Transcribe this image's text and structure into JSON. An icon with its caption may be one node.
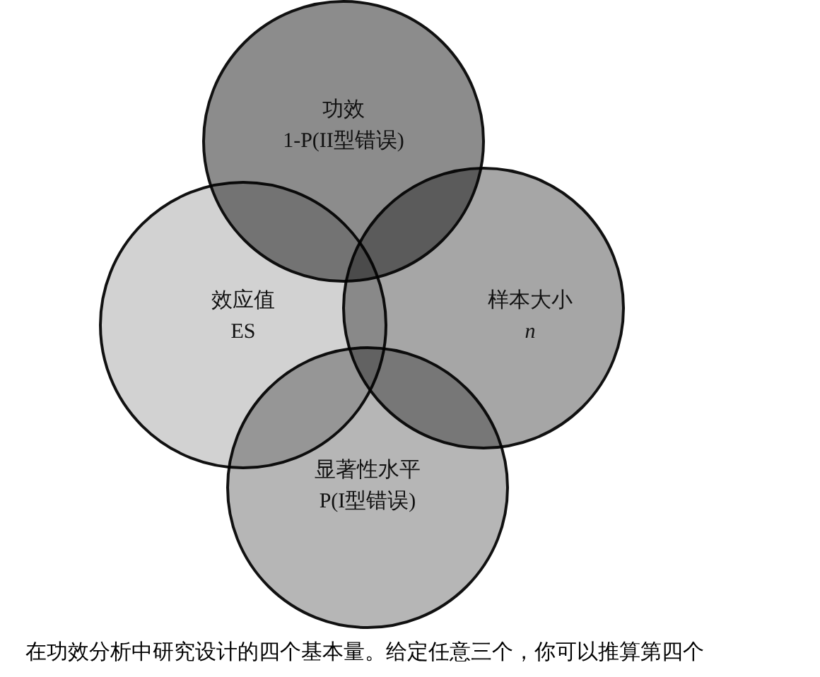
{
  "diagram": {
    "caption": "在功效分析中研究设计的四个基本量。给定任意三个，你可以推算第四个",
    "nodes": [
      {
        "text": [
          "功效",
          "1-P(II型错误)"
        ]
      },
      {
        "text": [
          "效应值",
          "ES"
        ]
      },
      {
        "text": [
          "样本大小",
          "*n*"
        ]
      },
      {
        "text": [
          "显著性水平",
          "P(I型错误)"
        ]
      }
    ]
  }
}
